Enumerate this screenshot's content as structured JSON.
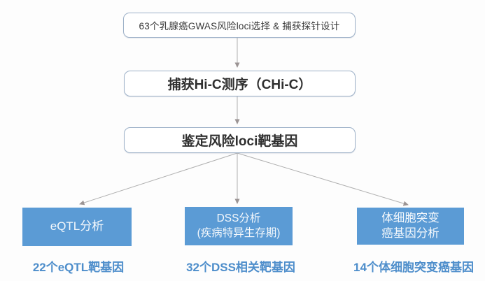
{
  "diagram": {
    "steps": [
      {
        "label": "63个乳腺癌GWAS风险loci选择 & 捕获探针设计"
      },
      {
        "label": "捕获Hi-C测序（CHi-C）"
      },
      {
        "label": "鉴定风险loci靶基因"
      }
    ],
    "branches": [
      {
        "lines": [
          "eQTL分析"
        ],
        "result": "22个eQTL靶基因"
      },
      {
        "lines": [
          "DSS分析",
          "(疾病特异生存期)"
        ],
        "result": "32个DSS相关靶基因"
      },
      {
        "lines": [
          "体细胞突变",
          "癌基因分析"
        ],
        "result": "14个体细胞突变癌基因"
      }
    ],
    "colors": {
      "branch_box_fill": "#5b9bd5",
      "step_box_border": "#9db1c8",
      "result_text": "#4e8ecb",
      "connector": "#b0b0b0"
    }
  }
}
